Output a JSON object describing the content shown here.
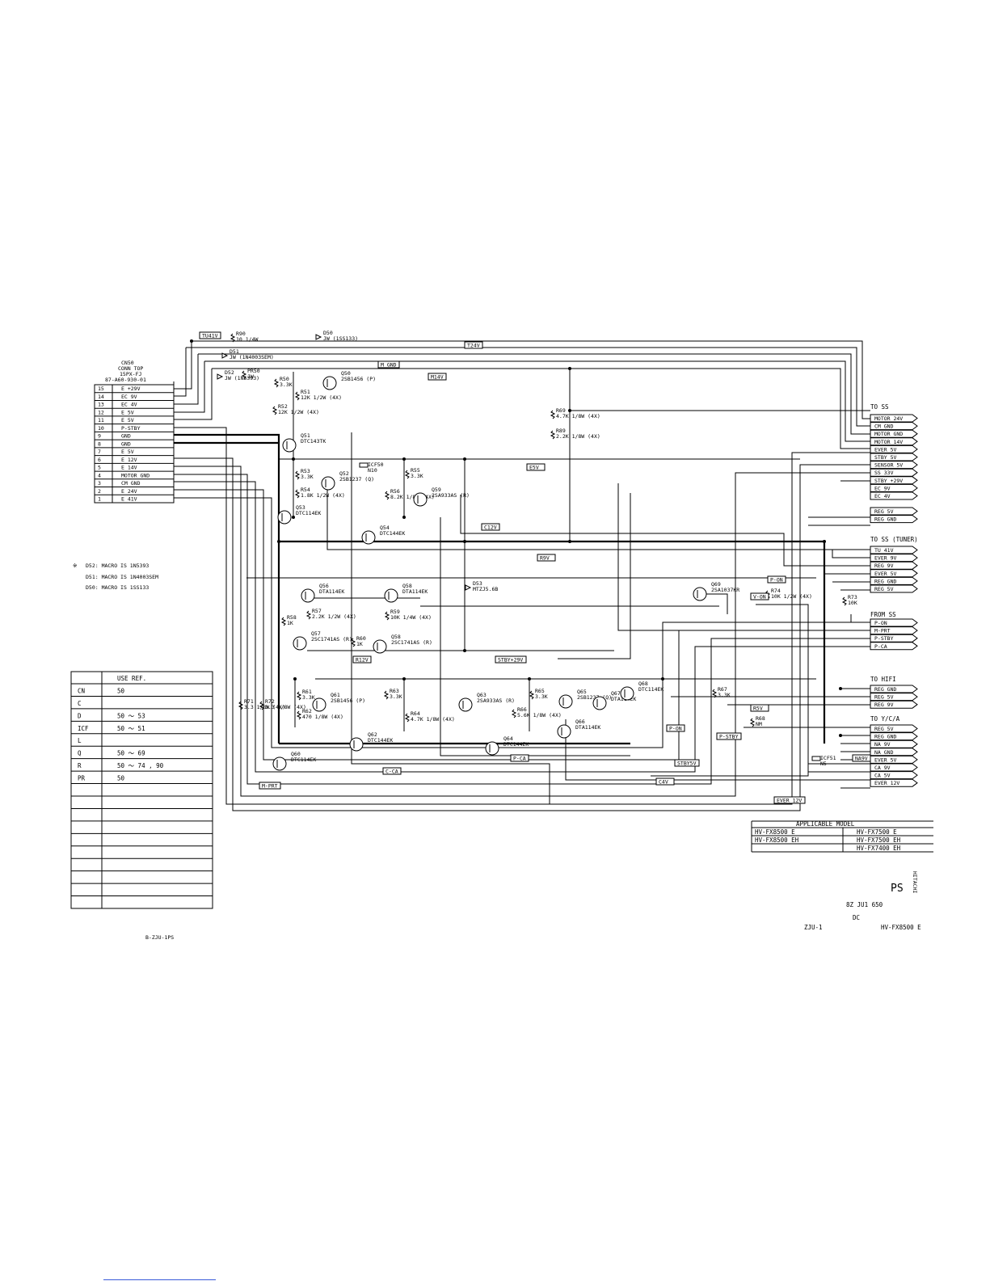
{
  "connector": {
    "ref": "CN50",
    "desc": "CONN TOP",
    "type": "15PX-FJ",
    "part": "87-A60-930-01",
    "pins": [
      {
        "num": "15",
        "name": "E +29V"
      },
      {
        "num": "14",
        "name": "EC 9V"
      },
      {
        "num": "13",
        "name": "EC 4V"
      },
      {
        "num": "12",
        "name": "E 5V"
      },
      {
        "num": "11",
        "name": "E 5V"
      },
      {
        "num": "10",
        "name": "P-STBY"
      },
      {
        "num": "9",
        "name": "GND"
      },
      {
        "num": "8",
        "name": "GND"
      },
      {
        "num": "7",
        "name": "E 5V"
      },
      {
        "num": "6",
        "name": "E 12V"
      },
      {
        "num": "5",
        "name": "E 14V"
      },
      {
        "num": "4",
        "name": "MOTOR GND"
      },
      {
        "num": "3",
        "name": "CM GND"
      },
      {
        "num": "2",
        "name": "E 24V"
      },
      {
        "num": "1",
        "name": "E 41V"
      }
    ]
  },
  "notes": [
    {
      "mark": "※",
      "text": "D52: MACRO IS 1N5393"
    },
    {
      "mark": "",
      "text": "D51: MACRO IS 1N4003SEM"
    },
    {
      "mark": "",
      "text": "D50: MACRO IS 1SS133"
    }
  ],
  "use_ref_table": {
    "header": [
      "",
      "USE REF."
    ],
    "rows": [
      [
        "CN",
        "50"
      ],
      [
        "C",
        ""
      ],
      [
        "D",
        "50 ～ 53"
      ],
      [
        "ICF",
        "50 ～ 51"
      ],
      [
        "L",
        ""
      ],
      [
        "Q",
        "50 ～ 69"
      ],
      [
        "R",
        "50 ～ 74 , 90"
      ],
      [
        "PR",
        "50"
      ],
      [
        "",
        ""
      ],
      [
        "",
        ""
      ],
      [
        "",
        ""
      ],
      [
        "",
        ""
      ],
      [
        "",
        ""
      ],
      [
        "",
        ""
      ],
      [
        "",
        ""
      ],
      [
        "",
        ""
      ],
      [
        "",
        ""
      ],
      [
        "",
        ""
      ]
    ]
  },
  "drawing_code": "B-ZJU-1PS",
  "groups": {
    "to_ss": {
      "title": "TO SS",
      "ports": [
        "MOTOR 24V",
        "CM GND",
        "MOTOR GND",
        "MOTOR 14V",
        "EVER 5V",
        "STBY 5V",
        "SENSOR 5V",
        "SS 33V",
        "STBY +29V",
        "EC 9V",
        "EC 4V"
      ]
    },
    "to_ss_reg": {
      "title": "",
      "ports": [
        "REG 5V",
        "REG GND"
      ]
    },
    "to_ss_tuner": {
      "title": "TO SS (TUNER)",
      "ports": [
        "TU 41V",
        "EVER 9V",
        "REG 9V",
        "EVER 5V",
        "REG GND",
        "REG 5V"
      ]
    },
    "from_ss": {
      "title": "FROM SS",
      "ports": [
        "P-ON",
        "M-PRT",
        "P-STBY",
        "P-CA"
      ]
    },
    "to_hifi": {
      "title": "TO HIFI",
      "ports": [
        "REG GND",
        "REG 5V",
        "REG 9V"
      ]
    },
    "to_yca": {
      "title": "TO Y/C/A",
      "ports": [
        "REG 5V",
        "REG GND",
        "NA 9V",
        "NA GND",
        "EVER 5V",
        "CA 9V",
        "CA 5V",
        "EVER 12V"
      ]
    }
  },
  "net_flags": [
    "TU41V",
    "T24V",
    "M GND",
    "M14V",
    "E5V",
    "C12V",
    "R9V",
    "P-ON",
    "V-ON",
    "R12V",
    "STBY+29V",
    "P-STBY",
    "P-CA",
    "C-CA",
    "P-ON",
    "STBY5V",
    "C4V",
    "R5V",
    "EVER 12V",
    "NA9V",
    "M-PRT"
  ],
  "components": [
    {
      "ref": "R90",
      "value": "10 1/4W"
    },
    {
      "ref": "D50",
      "value": "JW (1SS133)"
    },
    {
      "ref": "D51",
      "value": "JW (1N4003SEM)"
    },
    {
      "ref": "D52",
      "value": "JW (1N5393)"
    },
    {
      "ref": "PR50",
      "value": "JW"
    },
    {
      "ref": "R50",
      "value": "3.3K"
    },
    {
      "ref": "Q50",
      "value": "2SB1456 (P)"
    },
    {
      "ref": "R51",
      "value": "12K 1/2W (4X)"
    },
    {
      "ref": "R52",
      "value": "12K 1/2W (4X)"
    },
    {
      "ref": "Q51",
      "value": "DTC143TK"
    },
    {
      "ref": "ICF50",
      "value": "N10"
    },
    {
      "ref": "R53",
      "value": "3.3K"
    },
    {
      "ref": "R54",
      "value": "1.8K 1/2W (4X)"
    },
    {
      "ref": "Q52",
      "value": "2SB1237 (Q)"
    },
    {
      "ref": "Q53",
      "value": "DTC114EK"
    },
    {
      "ref": "R55",
      "value": "3.3K"
    },
    {
      "ref": "R56",
      "value": "8.2K 1/8W (4X)"
    },
    {
      "ref": "Q59",
      "value": "2SA933AS (R)"
    },
    {
      "ref": "Q54",
      "value": "DTC144EK"
    },
    {
      "ref": "R69",
      "value": "4.7K 1/8W (4X)"
    },
    {
      "ref": "R89",
      "value": "2.2K 1/8W (4X)"
    },
    {
      "ref": "Q56",
      "value": "DTA114EK"
    },
    {
      "ref": "Q58",
      "value": "DTA114EK"
    },
    {
      "ref": "D53",
      "value": "MTZJ5.6B"
    },
    {
      "ref": "R57",
      "value": "2.2K 1/2W (4X)"
    },
    {
      "ref": "R58",
      "value": "1K"
    },
    {
      "ref": "Q57",
      "value": "2SC1741AS (R)"
    },
    {
      "ref": "R59",
      "value": "10K 1/4W (4X)"
    },
    {
      "ref": "R60",
      "value": "1K"
    },
    {
      "ref": "Q58",
      "value": "2SC1741AS (R)"
    },
    {
      "ref": "Q69",
      "value": "2SA1037KR"
    },
    {
      "ref": "R74",
      "value": "10K 1/2W (4X)"
    },
    {
      "ref": "R73",
      "value": "10K"
    },
    {
      "ref": "R61",
      "value": "3.3K"
    },
    {
      "ref": "R62",
      "value": "470 1/8W (4X)"
    },
    {
      "ref": "Q61",
      "value": "2SB1456 (P)"
    },
    {
      "ref": "Q60",
      "value": "DTC114EK"
    },
    {
      "ref": "R71",
      "value": "3.3 1/8W (4X)"
    },
    {
      "ref": "R72",
      "value": "3.3 1/8W (4X)"
    },
    {
      "ref": "R63",
      "value": "3.3K"
    },
    {
      "ref": "R64",
      "value": "4.7K 1/8W (4X)"
    },
    {
      "ref": "Q62",
      "value": "DTC144EK"
    },
    {
      "ref": "Q63",
      "value": "2SA933AS (R)"
    },
    {
      "ref": "R65",
      "value": "3.3K"
    },
    {
      "ref": "R66",
      "value": "5.6K 1/8W (4X)"
    },
    {
      "ref": "Q65",
      "value": "2SB1237 (Q)"
    },
    {
      "ref": "Q64",
      "value": "DTC144EK"
    },
    {
      "ref": "Q66",
      "value": "DTA114EK"
    },
    {
      "ref": "Q67",
      "value": "DTA114EK"
    },
    {
      "ref": "Q68",
      "value": "DTC114EK"
    },
    {
      "ref": "R67",
      "value": "3.3K"
    },
    {
      "ref": "R68",
      "value": "NM"
    },
    {
      "ref": "ICF51",
      "value": "N5"
    }
  ],
  "applicable_model": {
    "title": "APPLICABLE MODEL",
    "rows": [
      [
        "HV-FX8500 E",
        "HV-FX7500 E"
      ],
      [
        "HV-FX8500 EH",
        "HV-FX7500 EH"
      ],
      [
        "",
        "HV-FX7400 EH"
      ]
    ]
  },
  "title_block": {
    "logo": "HITACHI",
    "sheet_title": "PS",
    "date": "8Z JU1 650",
    "code": "DC",
    "drawing_no": "ZJU-1",
    "model": "HV-FX8500 E"
  }
}
